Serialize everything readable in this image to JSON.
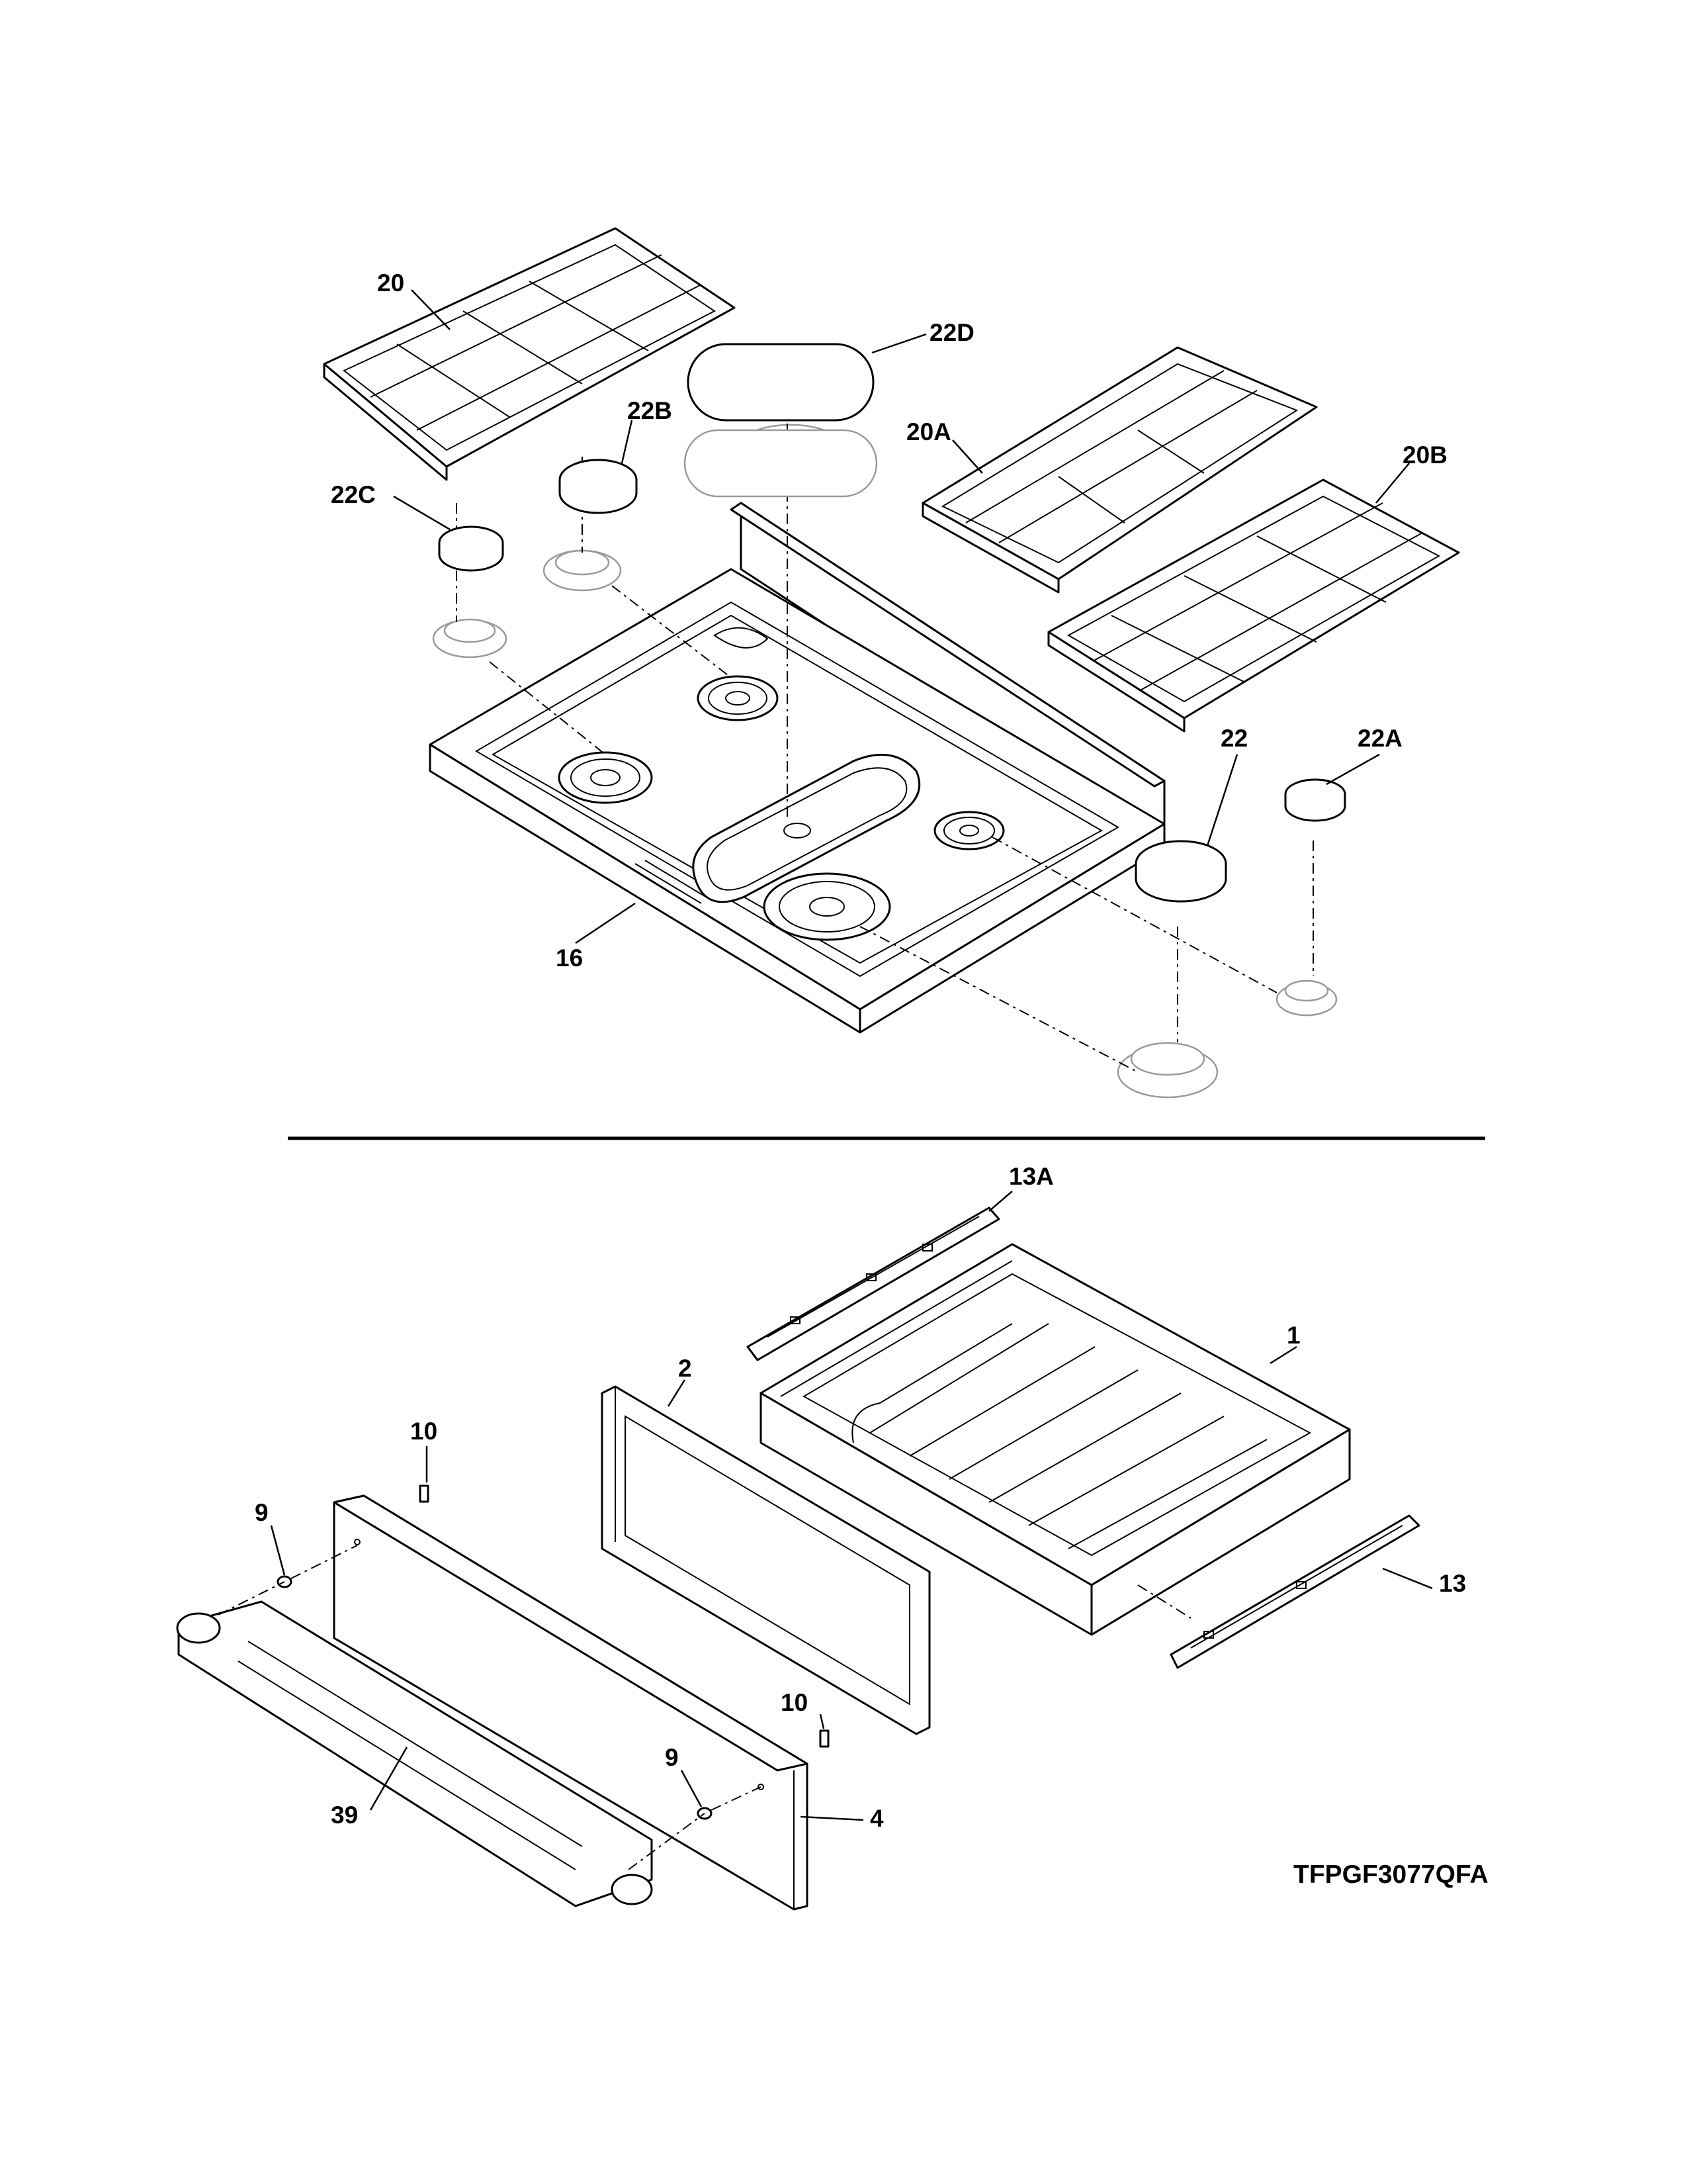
{
  "model_code": "TFPGF3077QFA",
  "callouts": {
    "c20": "20",
    "c22d": "22D",
    "c22b": "22B",
    "c20a": "20A",
    "c20b": "20B",
    "c22c": "22C",
    "c22": "22",
    "c22a": "22A",
    "c16": "16",
    "c13a": "13A",
    "c1": "1",
    "c2": "2",
    "c10_top": "10",
    "c9_top": "9",
    "c13": "13",
    "c10_bottom": "10",
    "c9_bottom": "9",
    "c39": "39",
    "c4": "4"
  },
  "parts": [
    {
      "name": "cooktop",
      "callout": "16"
    },
    {
      "name": "burner-grate-left",
      "callout": "20"
    },
    {
      "name": "burner-grate-center-right",
      "callout": "20A"
    },
    {
      "name": "burner-grate-right",
      "callout": "20B"
    },
    {
      "name": "burner-cap-large",
      "callout": "22"
    },
    {
      "name": "burner-cap-small",
      "callout": "22A"
    },
    {
      "name": "burner-cap-medium",
      "callout": "22B"
    },
    {
      "name": "burner-cap-small-left",
      "callout": "22C"
    },
    {
      "name": "griddle-burner-cap",
      "callout": "22D"
    },
    {
      "name": "drawer-body",
      "callout": "1"
    },
    {
      "name": "drawer-inner-panel",
      "callout": "2"
    },
    {
      "name": "drawer-front-panel",
      "callout": "4"
    },
    {
      "name": "screw",
      "callout": "9"
    },
    {
      "name": "handle-mount",
      "callout": "10"
    },
    {
      "name": "drawer-slide-left",
      "callout": "13A"
    },
    {
      "name": "drawer-slide-right",
      "callout": "13"
    },
    {
      "name": "drawer-handle",
      "callout": "39"
    }
  ]
}
